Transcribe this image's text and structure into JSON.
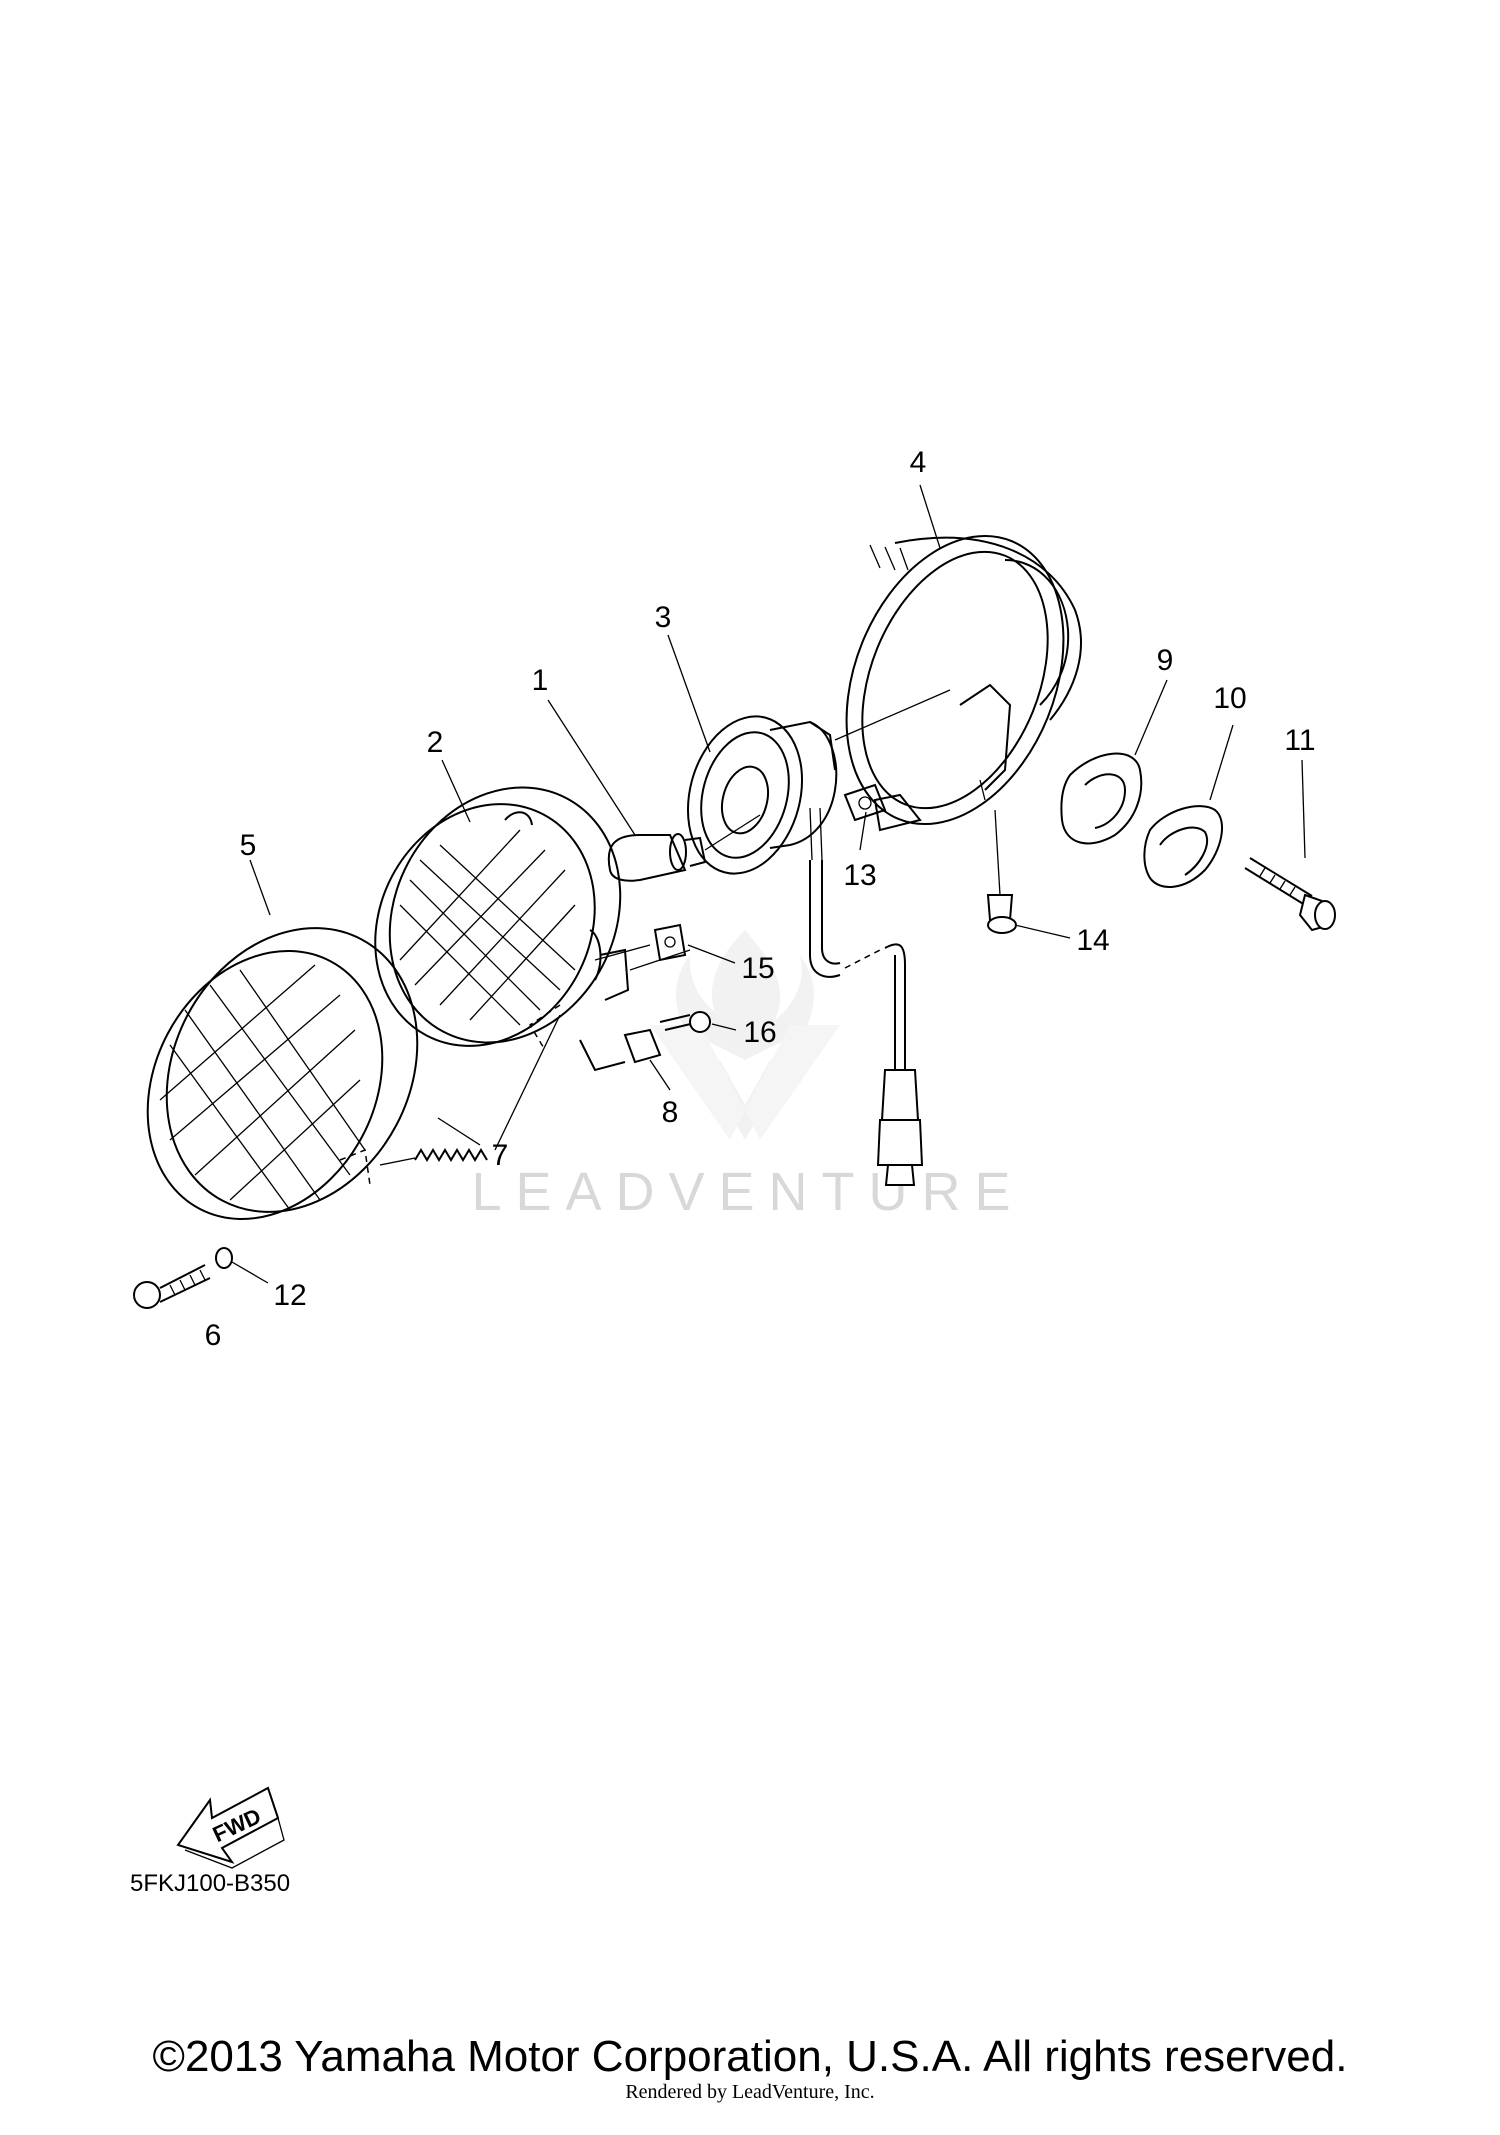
{
  "watermark": {
    "text": "LEADVENTURE"
  },
  "callouts": [
    {
      "id": "1",
      "label": "1"
    },
    {
      "id": "2",
      "label": "2"
    },
    {
      "id": "3",
      "label": "3"
    },
    {
      "id": "4",
      "label": "4"
    },
    {
      "id": "5",
      "label": "5"
    },
    {
      "id": "6",
      "label": "6"
    },
    {
      "id": "7",
      "label": "7"
    },
    {
      "id": "8",
      "label": "8"
    },
    {
      "id": "9",
      "label": "9"
    },
    {
      "id": "10",
      "label": "10"
    },
    {
      "id": "11",
      "label": "11"
    },
    {
      "id": "12",
      "label": "12"
    },
    {
      "id": "13",
      "label": "13"
    },
    {
      "id": "14",
      "label": "14"
    },
    {
      "id": "15",
      "label": "15"
    },
    {
      "id": "16",
      "label": "16"
    }
  ],
  "fwd_arrow": {
    "label": "FWD"
  },
  "diagram_code": "5FKJ100-B350",
  "footer": {
    "copyright": "©2013 Yamaha Motor Corporation, U.S.A. All rights reserved.",
    "rendered_by": "Rendered by LeadVenture, Inc."
  }
}
